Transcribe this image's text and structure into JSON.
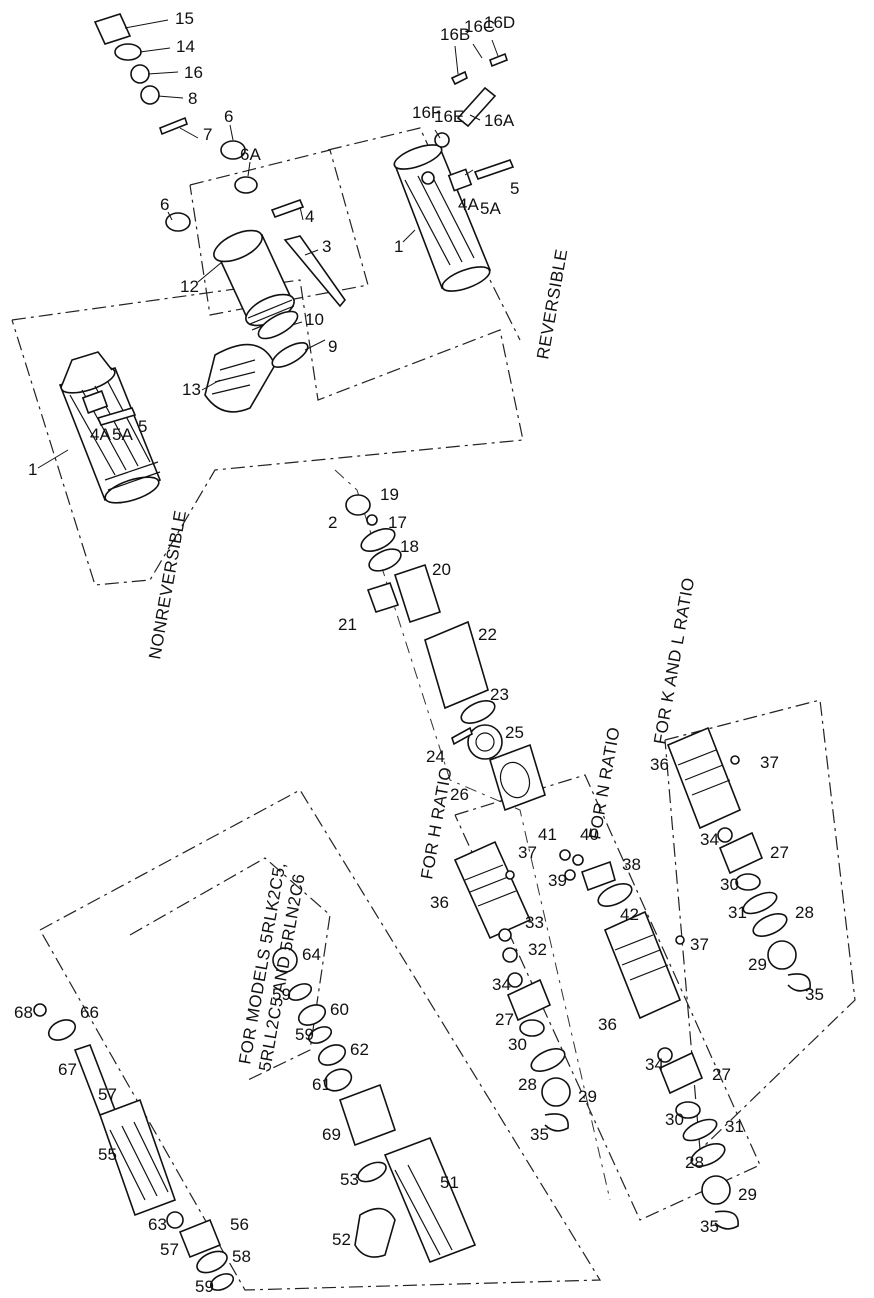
{
  "section_labels": {
    "nonreversible": "NONREVERSIBLE",
    "reversible": "REVERSIBLE",
    "for_h_ratio": "FOR H RATIO",
    "for_n_ratio": "FOR N RATIO",
    "for_k_and_l_ratio": "FOR K AND L RATIO",
    "for_models_line1": "FOR MODELS 5RLK2C5,",
    "for_models_line2": "5RLL2C5 AND 5RLN2C6"
  },
  "callouts": {
    "c15": "15",
    "c14": "14",
    "c16": "16",
    "c8": "8",
    "c7": "7",
    "c6a": "6",
    "c6b": "6",
    "c6A": "6A",
    "c4": "4",
    "c3": "3",
    "c12": "12",
    "c10": "10",
    "c9": "9",
    "c13": "13",
    "c1a": "1",
    "c4Aa": "4A",
    "c5Aa": "5A",
    "c5a": "5",
    "c16B": "16B",
    "c16C": "16C",
    "c16D": "16D",
    "c16F": "16F",
    "c16E": "16E",
    "c16A": "16A",
    "c1b": "1",
    "c4Ab": "4A",
    "c5Ab": "5A",
    "c5b": "5",
    "c2": "2",
    "c19": "19",
    "c17": "17",
    "c18": "18",
    "c20": "20",
    "c21": "21",
    "c22": "22",
    "c23": "23",
    "c25": "25",
    "c24": "24",
    "c26": "26",
    "c41": "41",
    "c40": "40",
    "c39": "39",
    "c38": "38",
    "c42": "42",
    "c37a": "37",
    "c36a": "36",
    "c33": "33",
    "c32": "32",
    "c34a": "34",
    "c27a": "27",
    "c30a": "30",
    "c28a": "28",
    "c29a": "29",
    "c35a": "35",
    "c36b": "36",
    "c37b": "37",
    "c34b": "34",
    "c27b": "27",
    "c30b": "30",
    "c31a": "31",
    "c28b": "28",
    "c29b": "29",
    "c35b": "35",
    "c36c": "36",
    "c37c": "37",
    "c34c": "34",
    "c27c": "27",
    "c30c": "30",
    "c31b": "31",
    "c28c": "28",
    "c29c": "29",
    "c35c": "35",
    "c68": "68",
    "c66": "66",
    "c67": "67",
    "c57a": "57",
    "c55": "55",
    "c63": "63",
    "c56": "56",
    "c57b": "57",
    "c58": "58",
    "c59a": "59",
    "c64": "64",
    "c59b": "59",
    "c60": "60",
    "c59c": "59",
    "c62": "62",
    "c61": "61",
    "c69": "69",
    "c53": "53",
    "c51": "51",
    "c52": "52"
  }
}
